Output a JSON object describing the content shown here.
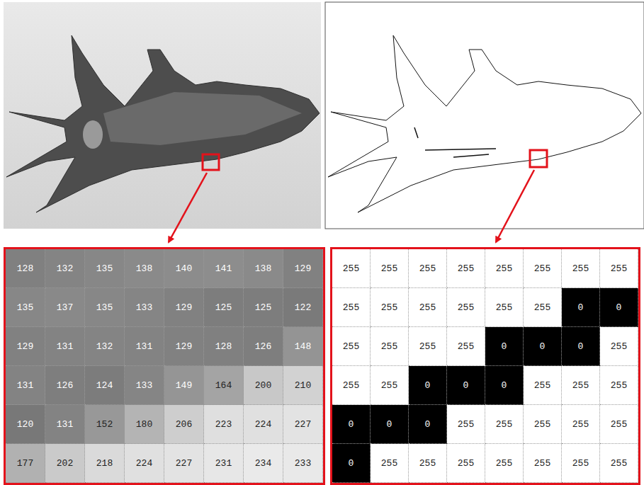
{
  "diagram": {
    "labels": [
      "128",
      "132",
      "135",
      "138",
      "140",
      "141",
      "138",
      "129",
      "135",
      "137",
      "135",
      "133",
      "129",
      "125",
      "125",
      "122",
      "129",
      "131",
      "132",
      "131",
      "129",
      "128",
      "126",
      "148",
      "131",
      "126",
      "124",
      "133",
      "149",
      "164",
      "200",
      "210",
      "120",
      "131",
      "152",
      "180",
      "206",
      "223",
      "224",
      "227",
      "177",
      "202",
      "218",
      "224",
      "227",
      "231",
      "234",
      "233",
      "255",
      "255",
      "255",
      "255",
      "255",
      "255",
      "255",
      "255",
      "255",
      "255",
      "255",
      "255",
      "255",
      "255",
      "0",
      "0",
      "255",
      "255",
      "255",
      "255",
      "0",
      "0",
      "0",
      "255",
      "255",
      "255",
      "0",
      "0",
      "0",
      "255",
      "255",
      "255",
      "0",
      "0",
      "0",
      "255",
      "255",
      "255",
      "255",
      "255",
      "0",
      "255",
      "255",
      "255",
      "255",
      "255",
      "255",
      "255"
    ]
  }
}
